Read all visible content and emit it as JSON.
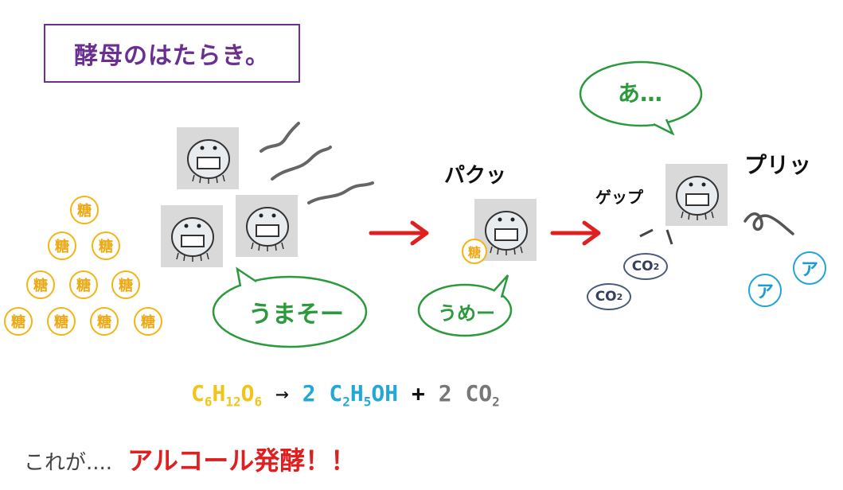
{
  "title": "酵母のはたらき。",
  "sugar_label": "糖",
  "speech": {
    "umasou": "うまそー",
    "ume": "うめー",
    "a": "あ…"
  },
  "sfx": {
    "paku": "パクッ",
    "geppu": "ゲップ",
    "puri": "プリッ"
  },
  "co2_label": "CO",
  "co2_sub": "2",
  "a_badge": "ア",
  "formula": {
    "glucose_parts": [
      "C",
      "6",
      "H",
      "12",
      "O",
      "6"
    ],
    "arrow": "→",
    "ethanol_coef": "2",
    "ethanol_parts": [
      "C",
      "2",
      "H",
      "5",
      "OH"
    ],
    "plus": "+",
    "co2_coef": "2",
    "co2_parts": [
      "CO",
      "2"
    ]
  },
  "caption_prefix": "これが....",
  "caption_main": "アルコール発酵！！",
  "colors": {
    "title": "#6b2f93",
    "sugar": "#f2b514",
    "speech": "#2a9a3c",
    "arrow": "#e02020",
    "caption_main": "#e02020",
    "a_badge": "#22a3d9"
  }
}
